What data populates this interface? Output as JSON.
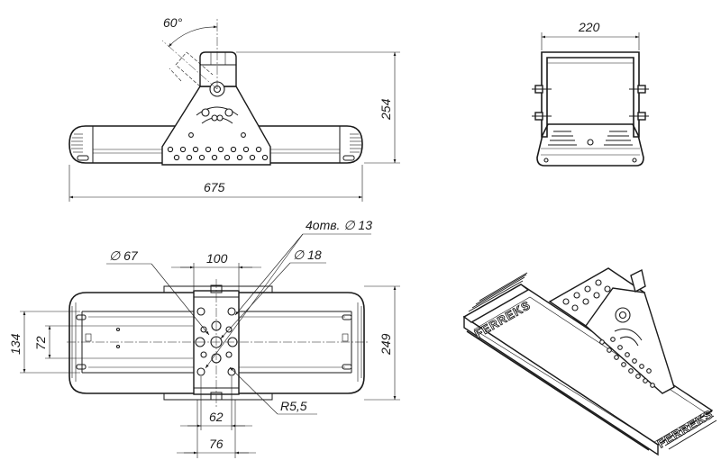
{
  "front_view": {
    "angle_label": "60°",
    "height_label": "254",
    "length_label": "675"
  },
  "side_view": {
    "width_label": "220"
  },
  "plan_view": {
    "holes_label": "4отв. ∅ 13",
    "pipe_dia_label": "∅ 67",
    "small_dia_label": "∅ 18",
    "bracket_width_label": "100",
    "height_134_label": "134",
    "height_72_label": "72",
    "height_249_label": "249",
    "radius_label": "R5,5",
    "dim_62_label": "62",
    "dim_76_label": "76"
  },
  "iso_view": {
    "brand_text_1": "FERREKS",
    "brand_text_2": "FERREKS"
  },
  "colors": {
    "line": "#1a1a1a",
    "background": "#ffffff"
  }
}
